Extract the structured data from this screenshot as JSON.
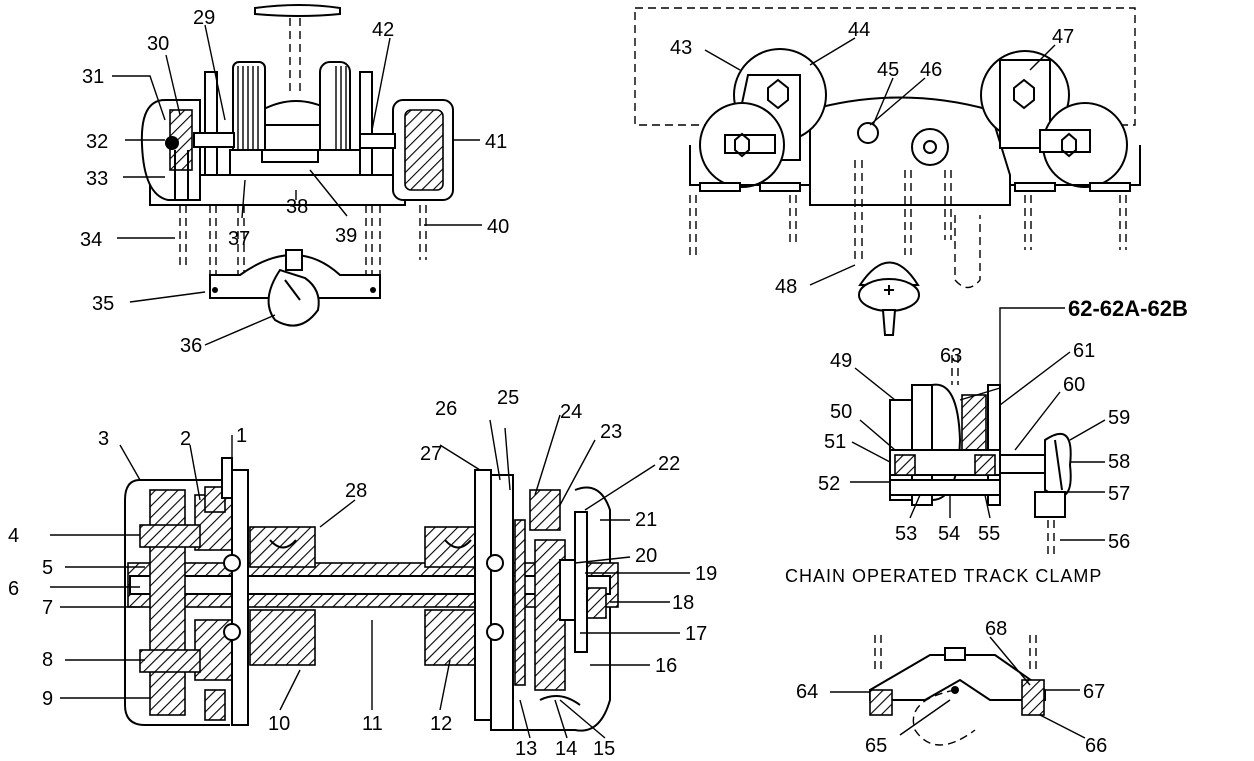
{
  "figure": {
    "caption": "CHAIN OPERATED TRACK CLAMP",
    "group_label": "62-62A-62B",
    "part_numbers": [
      "1",
      "2",
      "3",
      "4",
      "5",
      "6",
      "7",
      "8",
      "9",
      "10",
      "11",
      "12",
      "13",
      "14",
      "15",
      "16",
      "17",
      "18",
      "19",
      "20",
      "21",
      "22",
      "23",
      "24",
      "25",
      "26",
      "27",
      "28",
      "29",
      "30",
      "31",
      "32",
      "33",
      "34",
      "35",
      "36",
      "37",
      "38",
      "39",
      "40",
      "41",
      "42",
      "43",
      "44",
      "45",
      "46",
      "47",
      "48",
      "49",
      "50",
      "51",
      "52",
      "53",
      "54",
      "55",
      "56",
      "57",
      "58",
      "59",
      "60",
      "61",
      "63",
      "64",
      "65",
      "66",
      "67",
      "68"
    ]
  }
}
